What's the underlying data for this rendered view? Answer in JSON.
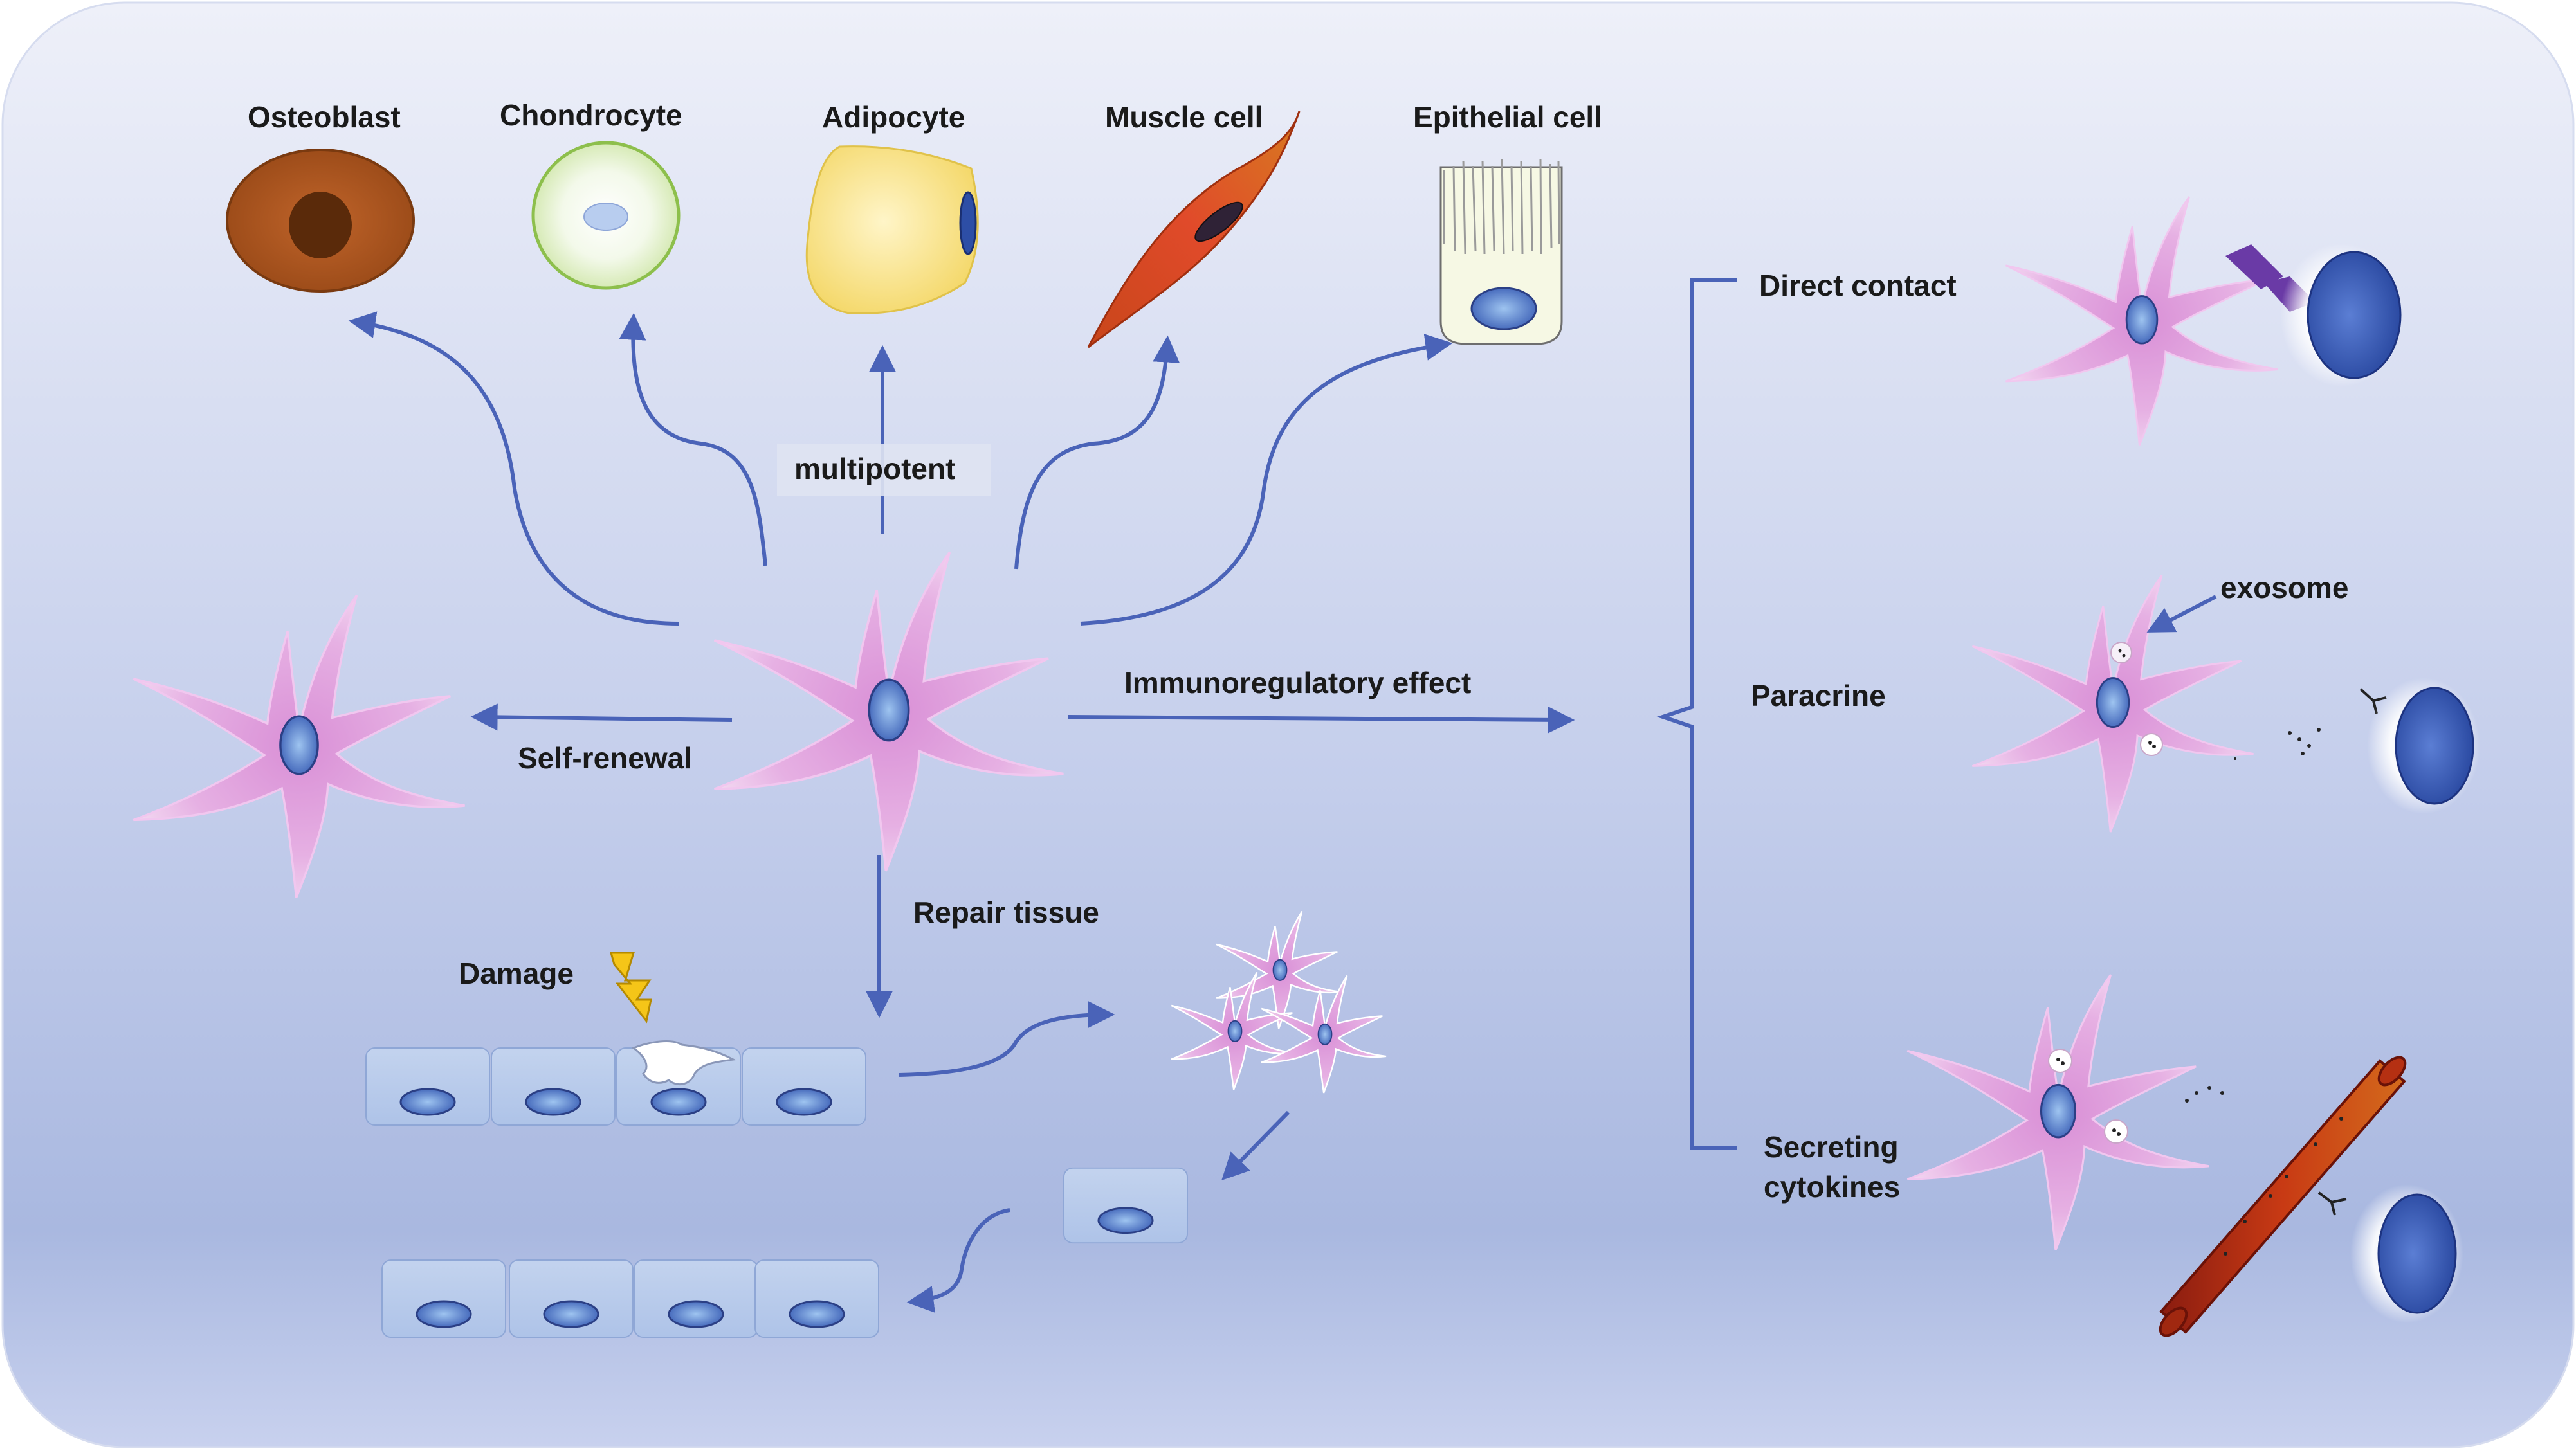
{
  "cell_types": {
    "osteoblast": "Osteoblast",
    "chondrocyte": "Chondrocyte",
    "adipocyte": "Adipocyte",
    "muscle": "Muscle cell",
    "epithelial": "Epithelial cell"
  },
  "labels": {
    "multipotent": "multipotent",
    "self_renewal": "Self-renewal",
    "immunoregulatory": "Immunoregulatory effect",
    "repair": "Repair tissue",
    "damage": "Damage"
  },
  "mechanisms": {
    "direct_contact": "Direct contact",
    "paracrine": "Paracrine",
    "secreting_line1": "Secreting",
    "secreting_line2": "cytokines",
    "exosome": "exosome"
  },
  "colors": {
    "arrow": "#4a63b8",
    "msc_fill": "#e2a6e0",
    "nucleus": "#3f63b8",
    "background_top": "#eef0f9",
    "background_bottom": "#a7b7e0"
  }
}
